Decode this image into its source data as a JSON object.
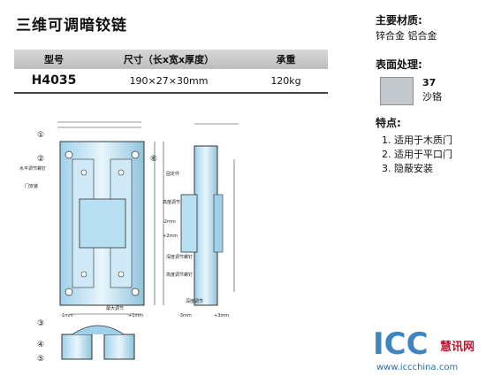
{
  "title": "三维可调暗铰链",
  "table": {
    "headers": [
      "型号",
      "尺寸（长x宽x厚度）",
      "承重"
    ],
    "row": {
      "model": "H4035",
      "size": "190×27×30mm",
      "load": "120kg"
    }
  },
  "material": {
    "heading": "主要材质:",
    "value": "锌合金 铝合金"
  },
  "finish": {
    "heading": "表面处理:",
    "code": "37",
    "name": "沙铬",
    "color": "#c2c8cc"
  },
  "features": {
    "heading": "特点:",
    "items": [
      "1. 适用于木质门",
      "2. 适用于平口门",
      "3. 隐蔽安装"
    ]
  },
  "drawing": {
    "callouts": [
      "①",
      "②",
      "③",
      "④",
      "⑤",
      "⑥"
    ],
    "notes": [
      "水平调节螺钉",
      "门安装",
      "固定件",
      "深度调节螺钉",
      "高度调节螺钉",
      "最大调节",
      "高度调节",
      "深度调节",
      "-1mm",
      "+1mm",
      "-2mm",
      "+2mm",
      "-3mm",
      "+3mm"
    ]
  },
  "logo": {
    "text": "ICC",
    "cn": "慧讯网",
    "url": "www.iccchina.com",
    "accent": "#c8102e",
    "blue": "#1e6fb8"
  }
}
